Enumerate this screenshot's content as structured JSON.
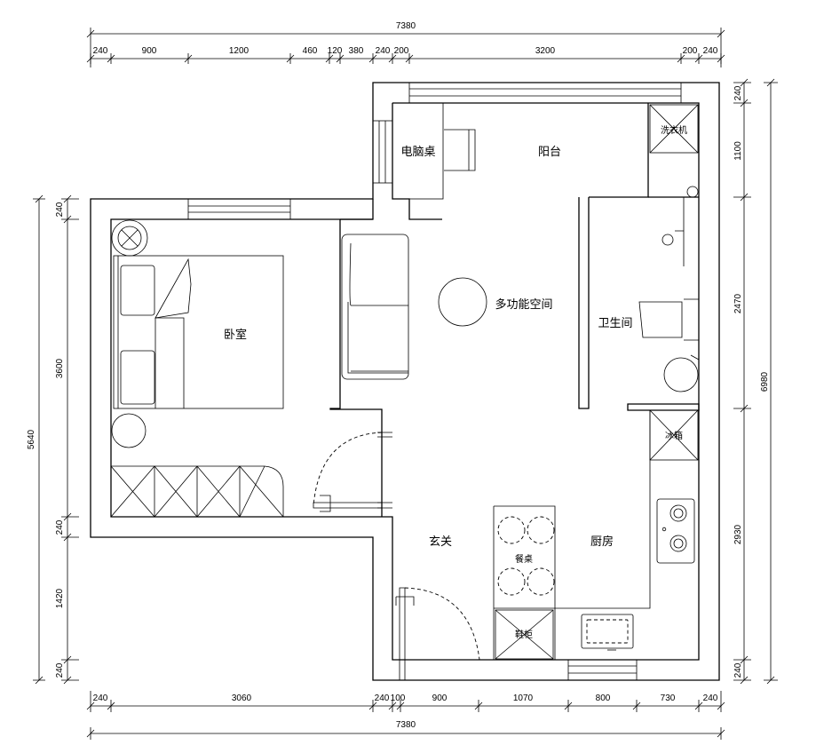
{
  "rooms": {
    "bedroom": "卧室",
    "living": "多功能空间",
    "balcony": "阳台",
    "computer_desk": "电脑桌",
    "bathroom": "卫生间",
    "entrance": "玄关",
    "kitchen": "厨房",
    "dining_table": "餐桌",
    "shoe_cabinet": "鞋柜",
    "washing_machine": "洗衣机",
    "fridge": "冰箱"
  },
  "dimensions": {
    "top_total": "7380",
    "top_segments": [
      "240",
      "900",
      "1200",
      "460",
      "120",
      "380",
      "240",
      "200",
      "3200",
      "200",
      "240"
    ],
    "bottom_segments": [
      "240",
      "3060",
      "240",
      "100",
      "900",
      "1070",
      "800",
      "730",
      "240"
    ],
    "bottom_total": "7380",
    "left_total": "5640",
    "left_segments": [
      "240",
      "3600",
      "240",
      "1420",
      "240"
    ],
    "right_total": "6980",
    "right_segments": [
      "240",
      "1100",
      "2470",
      "2930",
      "240"
    ]
  }
}
